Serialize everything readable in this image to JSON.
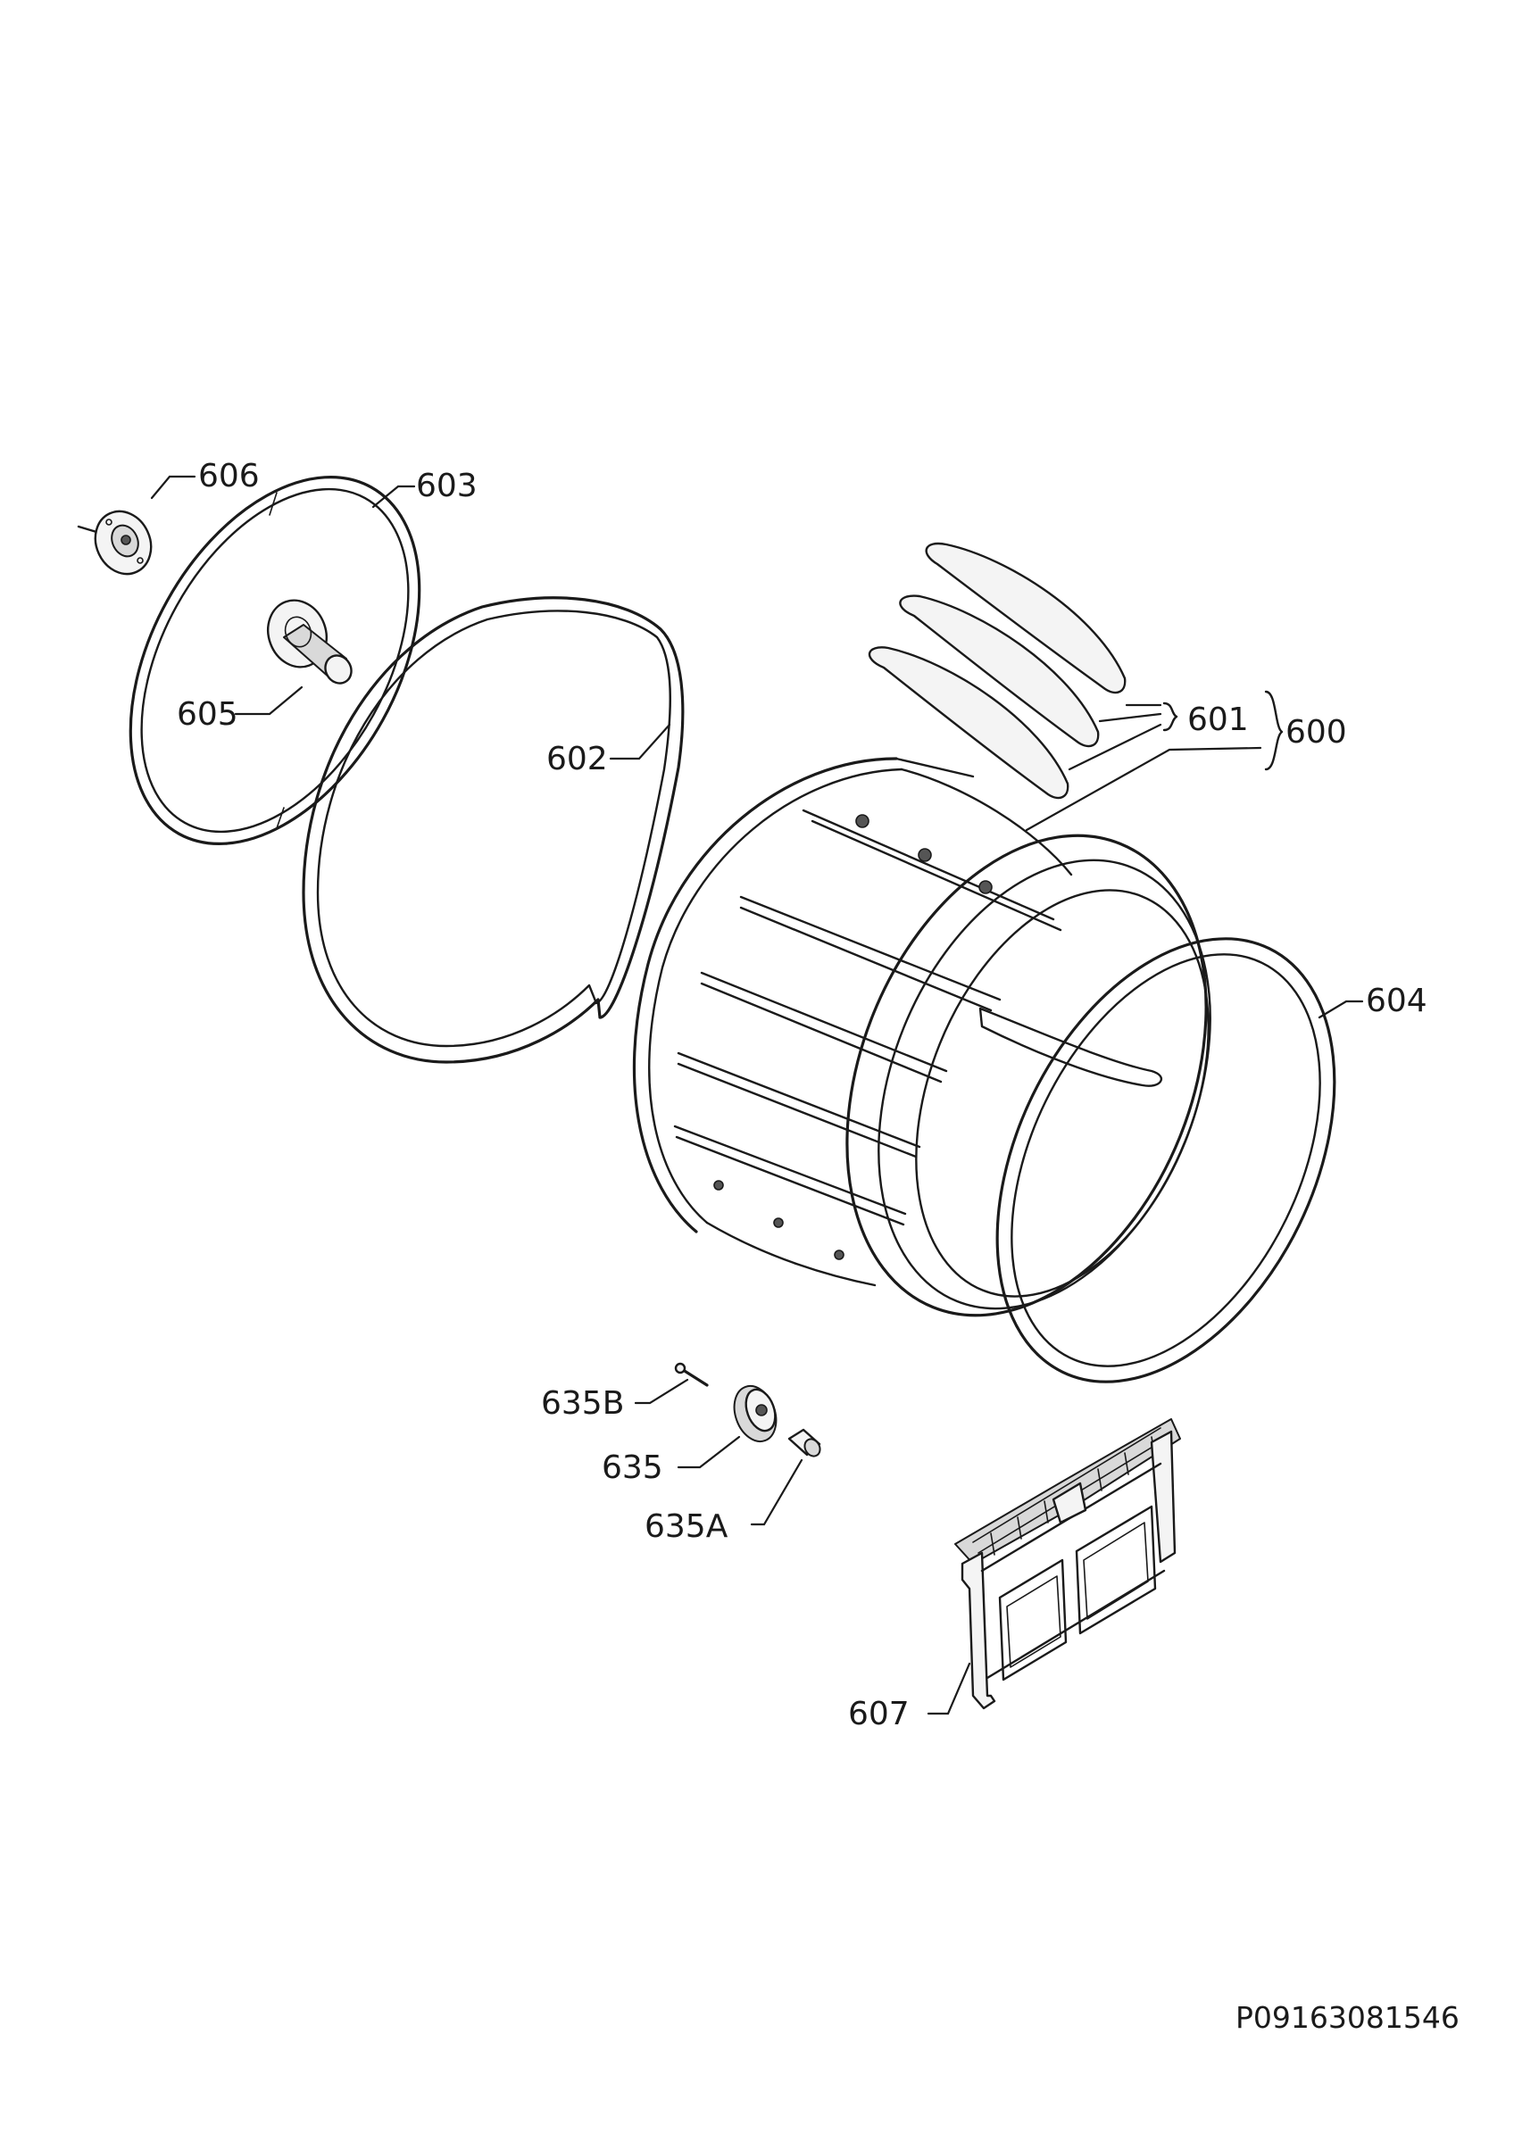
{
  "labels": {
    "p606": "606",
    "p603": "603",
    "p605": "605",
    "p602": "602",
    "p601": "601",
    "p600": "600",
    "p604": "604",
    "p635B": "635B",
    "p635": "635",
    "p635A": "635A",
    "p607": "607"
  },
  "document_code": "P09163081546"
}
